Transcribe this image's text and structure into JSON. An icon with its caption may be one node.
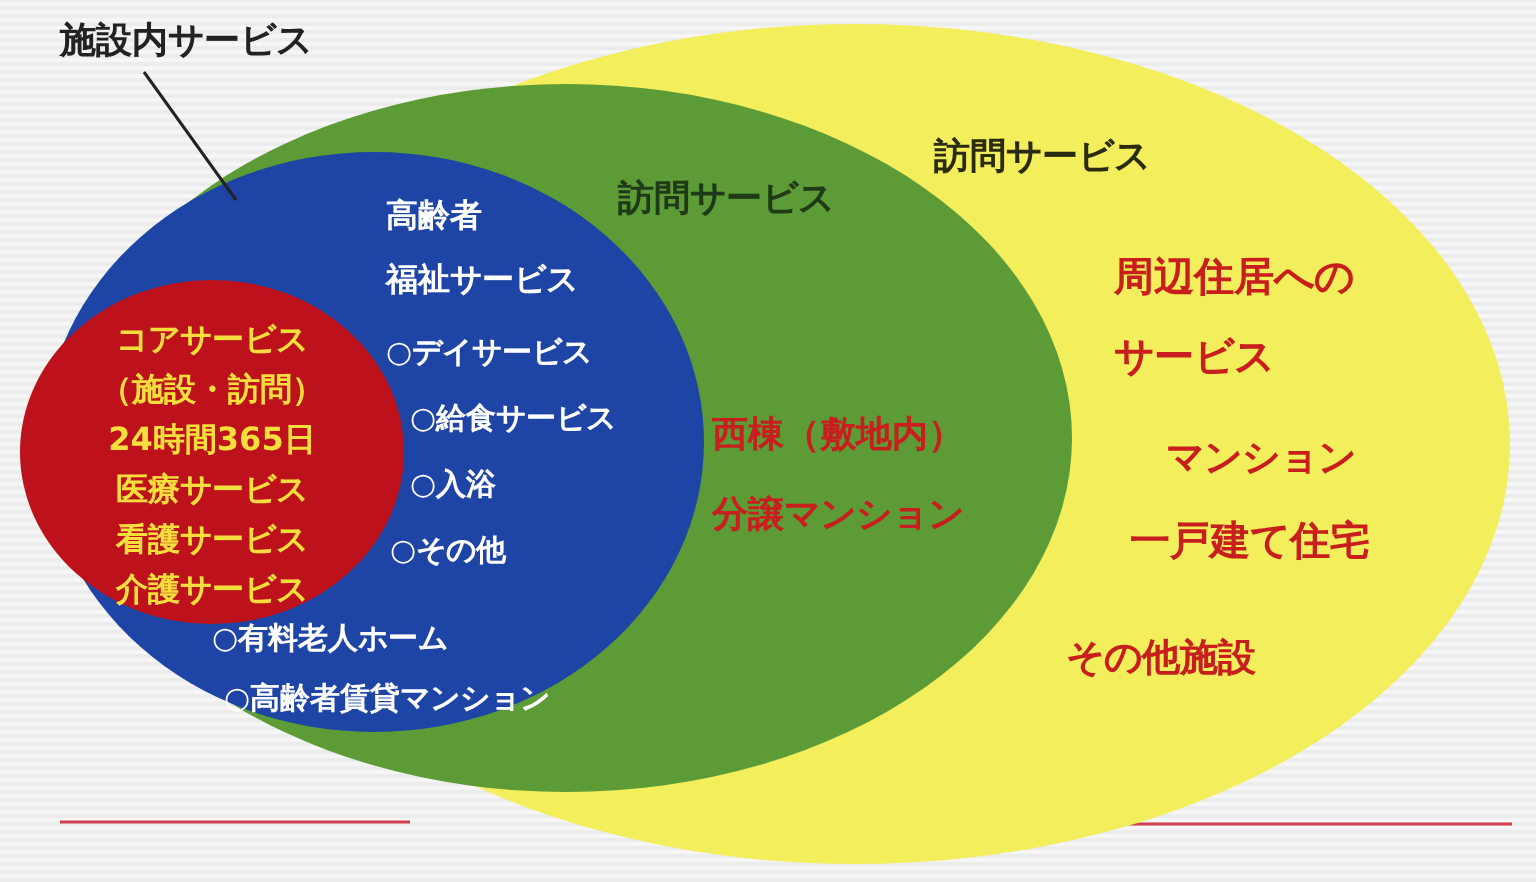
{
  "diagram": {
    "nodes": [
      {
        "text": [
          "施設内サービス"
        ]
      },
      {
        "text": [
          "訪問サービス",
          "周辺住居へのサービス",
          "マンション",
          "一戸建て住宅",
          "その他施設"
        ]
      },
      {
        "text": [
          "訪問サービス",
          "西棟（敷地内）分譲マンション"
        ],
        "in": 1
      },
      {
        "text": [
          "高齢者",
          "福祉サービス",
          "○デイサービス",
          "○給食サービス",
          "○入浴",
          "○その他",
          "○有料老人ホーム",
          "○高齢者賃貸マンション"
        ],
        "in": 2
      },
      {
        "text": [
          "コアサービス",
          "（施設・訪問）",
          "24時間365日",
          "医療サービス",
          "看護サービス",
          "介護サービス"
        ],
        "in": 3
      }
    ],
    "edges": [
      {
        "from": 0,
        "to": 3,
        "arrow": "none"
      }
    ]
  }
}
